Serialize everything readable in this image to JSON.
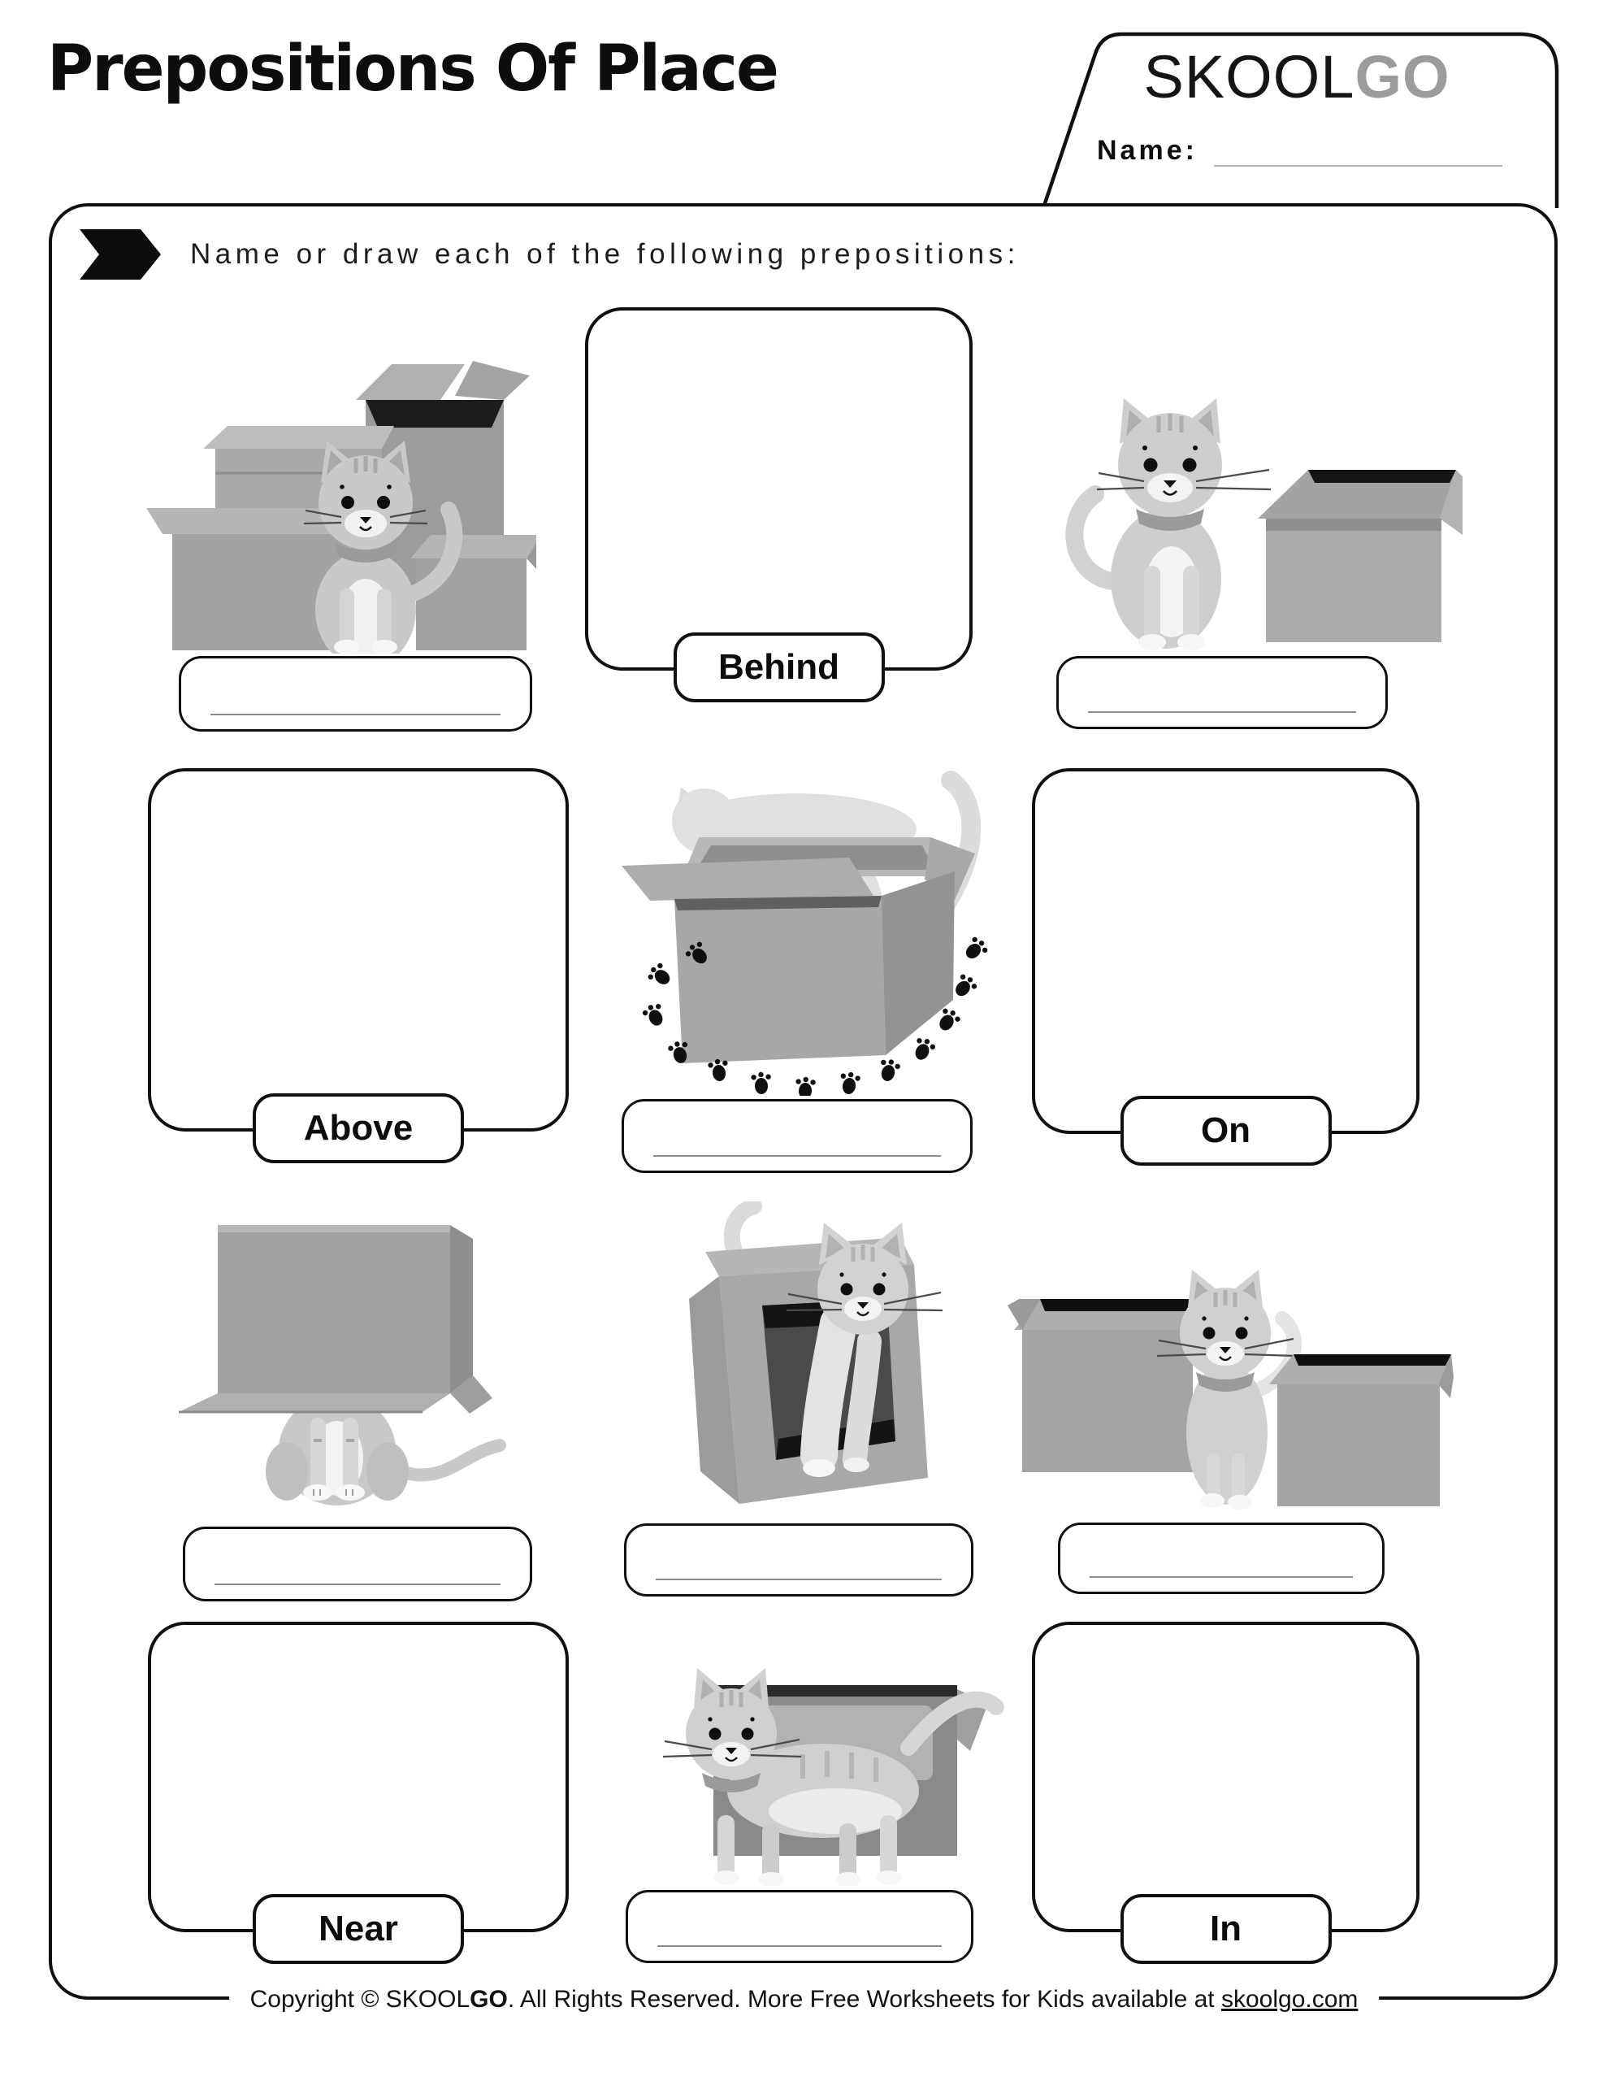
{
  "title": "Prepositions Of Place",
  "logo": {
    "skool": "SKOOL",
    "go": "GO",
    "go_color": "#9b9b9a"
  },
  "name": {
    "label": "Name:",
    "value": ""
  },
  "instruction": {
    "icon": "arrow-tag-icon",
    "text": "Name or draw each of the following prepositions:"
  },
  "grid": {
    "cells": [
      {
        "id": "r1c1",
        "kind": "image",
        "illustration": "cat-sitting-among-boxes",
        "answer_value": ""
      },
      {
        "id": "r1c2",
        "kind": "draw",
        "label": "Behind"
      },
      {
        "id": "r1c3",
        "kind": "image",
        "illustration": "cat-next-to-closed-box",
        "answer_value": ""
      },
      {
        "id": "r2c1",
        "kind": "draw",
        "label": "Above"
      },
      {
        "id": "r2c2",
        "kind": "image",
        "illustration": "cat-behind-open-box-paw-prints-around",
        "answer_value": ""
      },
      {
        "id": "r2c3",
        "kind": "draw",
        "label": "On"
      },
      {
        "id": "r3c1",
        "kind": "image",
        "illustration": "cat-under-box",
        "answer_value": ""
      },
      {
        "id": "r3c2",
        "kind": "image",
        "illustration": "cat-stepping-out-of-box",
        "answer_value": ""
      },
      {
        "id": "r3c3",
        "kind": "image",
        "illustration": "cat-between-two-boxes",
        "answer_value": ""
      },
      {
        "id": "r4c1",
        "kind": "draw",
        "label": "Near"
      },
      {
        "id": "r4c2",
        "kind": "image",
        "illustration": "cat-walking-in-front-of-box",
        "answer_value": ""
      },
      {
        "id": "r4c3",
        "kind": "draw",
        "label": "In"
      }
    ]
  },
  "footer": {
    "prefix": "Copyright © SKOOL",
    "brand_bold": "GO",
    "middle": ". All Rights Reserved. More Free Worksheets for Kids available at ",
    "link": "skoolgo.com"
  }
}
